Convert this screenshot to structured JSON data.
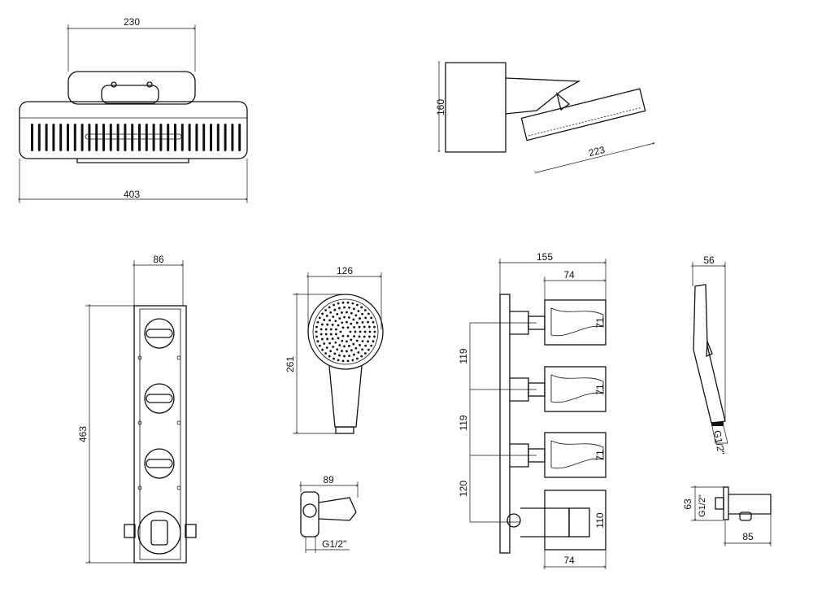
{
  "overhead_front": {
    "width_plate": "230",
    "width_total": "403"
  },
  "overhead_side": {
    "height": "160",
    "head_length": "223"
  },
  "valve_front": {
    "width": "86",
    "height": "463"
  },
  "handshower_front": {
    "width": "126",
    "height": "261"
  },
  "holder": {
    "width": "89",
    "thread": "G1/2\""
  },
  "valve_side": {
    "depth": "155",
    "handle_depth_top": "74",
    "handle_height_1": "71",
    "handle_height_2": "71",
    "handle_height_3": "71",
    "spacing_1": "119",
    "spacing_2": "119",
    "spacing_3": "120",
    "thermo_height": "110",
    "handle_depth_bottom": "74"
  },
  "handshower_side": {
    "width": "56",
    "thread": "G1/2\""
  },
  "outlet": {
    "height": "63",
    "thread": "G1/2\"",
    "length": "85"
  }
}
